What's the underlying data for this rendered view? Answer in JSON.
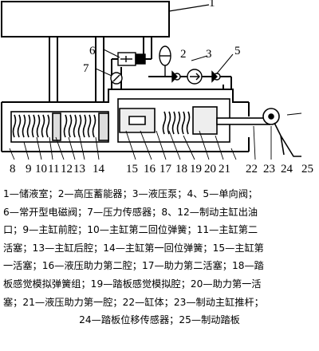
{
  "labels": {
    "n1": "1",
    "n2": "2",
    "n3": "3",
    "n5": "5",
    "n6": "6",
    "n7": "7",
    "b8": "8",
    "b9": "9",
    "b10": "10",
    "b11": "11",
    "b12": "12",
    "b13": "13",
    "b14": "14",
    "b15": "15",
    "b16": "16",
    "b17": "17",
    "b18": "18",
    "b19": "19",
    "b20": "20",
    "b21": "21",
    "b22": "22",
    "b23": "23",
    "b24": "24",
    "b25": "25"
  },
  "legend": {
    "l1": "1—储液室；2—高压蓄能器；3—液压泵；4、5—单向阀；",
    "l2": "6—常开型电磁阀；7—压力传感器；8、12—制动主缸出油",
    "l3": "口；9—主缸前腔；10—主缸第二回位弹簧；11—主缸第二",
    "l4": "活塞；13—主缸后腔；14—主缸第一回位弹簧；15—主缸第",
    "l5": "一活塞；16—液压助力第二腔；17—助力第二活塞；18—踏",
    "l6": "板感觉模拟弹簧组；19—踏板感觉模拟腔；20—助力第一活",
    "l7": "塞；21—液压助力第一腔；22—缸体；23—制动主缸推杆；",
    "l8": "24—踏板位移传感器；25—制动踏板"
  }
}
